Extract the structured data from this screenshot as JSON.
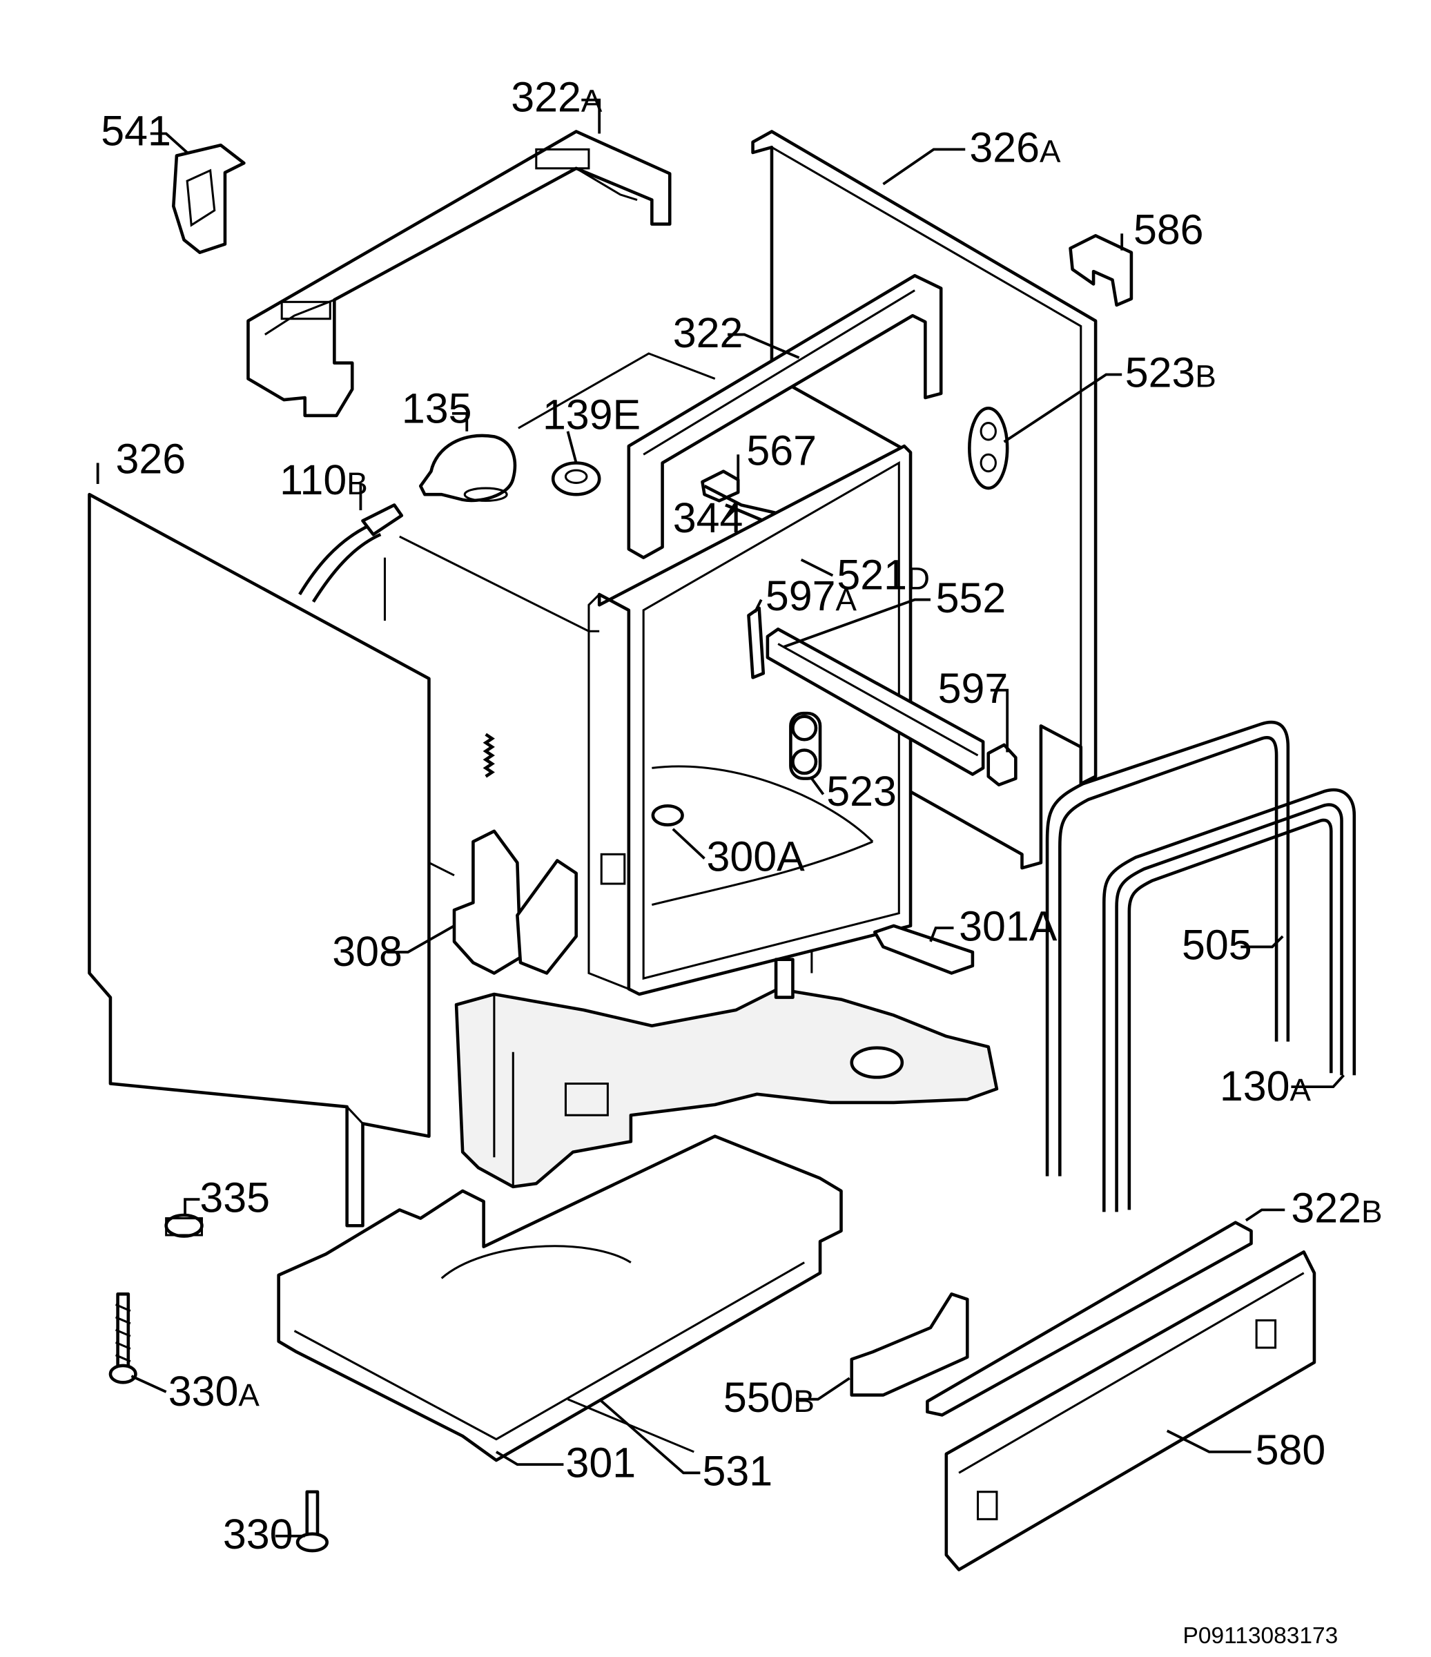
{
  "labels": {
    "l541": {
      "num": "541",
      "suf": ""
    },
    "l322a": {
      "num": "322",
      "suf": "A"
    },
    "l326a": {
      "num": "326",
      "suf": "A"
    },
    "l586": {
      "num": "586",
      "suf": ""
    },
    "l322": {
      "num": "322",
      "suf": ""
    },
    "l523b": {
      "num": "523",
      "suf": "B"
    },
    "l135": {
      "num": "135",
      "suf": ""
    },
    "l139e": {
      "num": "139E",
      "suf": ""
    },
    "l567": {
      "num": "567",
      "suf": ""
    },
    "l326": {
      "num": "326",
      "suf": ""
    },
    "l110b": {
      "num": "110",
      "suf": "B"
    },
    "l344": {
      "num": "344",
      "suf": ""
    },
    "l521d": {
      "num": "521",
      "suf": "D"
    },
    "l597a": {
      "num": "597",
      "suf": "A"
    },
    "l552": {
      "num": "552",
      "suf": ""
    },
    "l597": {
      "num": "597",
      "suf": ""
    },
    "l523": {
      "num": "523",
      "suf": ""
    },
    "l300a": {
      "num": "300A",
      "suf": ""
    },
    "l301a": {
      "num": "301A",
      "suf": ""
    },
    "l308": {
      "num": "308",
      "suf": ""
    },
    "l505": {
      "num": "505",
      "suf": ""
    },
    "l130a": {
      "num": "130",
      "suf": "A"
    },
    "l335": {
      "num": "335",
      "suf": ""
    },
    "l322b": {
      "num": "322",
      "suf": "B"
    },
    "l330a": {
      "num": "330",
      "suf": "A"
    },
    "l550b": {
      "num": "550",
      "suf": "B"
    },
    "l580": {
      "num": "580",
      "suf": ""
    },
    "l301": {
      "num": "301",
      "suf": ""
    },
    "l531": {
      "num": "531",
      "suf": ""
    },
    "l330": {
      "num": "330",
      "suf": ""
    }
  },
  "drawing_code": "P09113083173"
}
